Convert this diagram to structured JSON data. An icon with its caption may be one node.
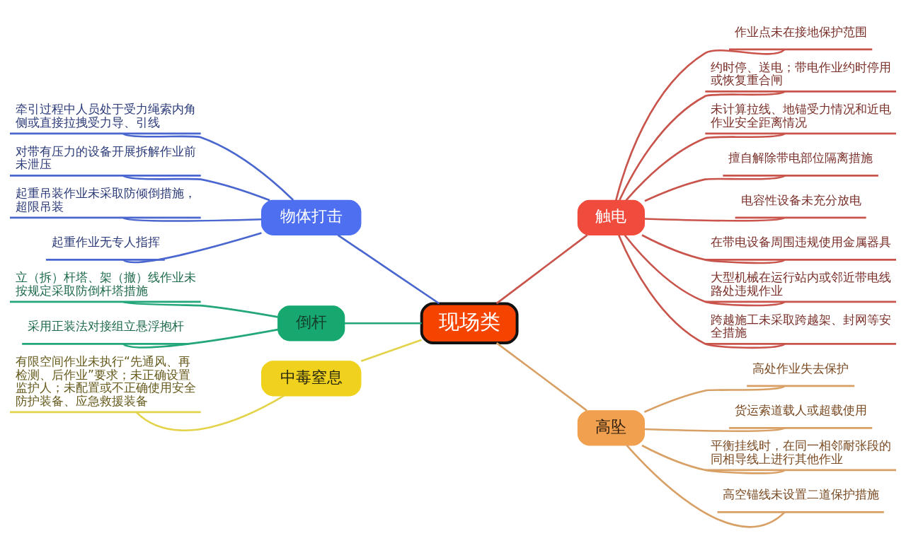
{
  "diagram": {
    "nodes": [
      {
        "text": [
          "现场类"
        ]
      },
      {
        "text": [
          "物体打击"
        ]
      },
      {
        "text": [
          "牵引过程中人员处于受力绳索内角侧或直接拉拽受力导、引线"
        ]
      },
      {
        "text": [
          "对带有压力的设备开展拆解作业前未泄压"
        ]
      },
      {
        "text": [
          "起重吊装作业未采取防倾倒措施，超限吊装"
        ]
      },
      {
        "text": [
          "起重作业无专人指挥"
        ]
      },
      {
        "text": [
          "倒杆"
        ]
      },
      {
        "text": [
          "立（拆）杆塔、架（撤）线作业未按规定采取防倒杆塔措施"
        ]
      },
      {
        "text": [
          "采用正装法对接组立悬浮抱杆"
        ]
      },
      {
        "text": [
          "中毒窒息"
        ]
      },
      {
        "text": [
          "有限空间作业未执行“先通风、再检测、后作业”要求；未正确设置监护人；未配置或不正确使用安全防护装备、应急救援装备"
        ]
      },
      {
        "text": [
          "触电"
        ]
      },
      {
        "text": [
          "作业点未在接地保护范围"
        ]
      },
      {
        "text": [
          "约时停、送电；带电作业约时停用或恢复重合闸"
        ]
      },
      {
        "text": [
          "未计算拉线、地锚受力情况和近电作业安全距离情况"
        ]
      },
      {
        "text": [
          "擅自解除带电部位隔离措施"
        ]
      },
      {
        "text": [
          "电容性设备未充分放电"
        ]
      },
      {
        "text": [
          "在带电设备周围违规使用金属器具"
        ]
      },
      {
        "text": [
          "大型机械在运行站内或邻近带电线路处违规作业"
        ]
      },
      {
        "text": [
          "跨越施工未采取跨越架、封网等安全措施"
        ]
      },
      {
        "text": [
          "高坠"
        ]
      },
      {
        "text": [
          "高处作业失去保护"
        ]
      },
      {
        "text": [
          "货运索道载人或超载使用"
        ]
      },
      {
        "text": [
          "平衡挂线时，在同一相邻耐张段的同相导线上进行其他作业"
        ]
      },
      {
        "text": [
          "高空锚线未设置二道保护措施"
        ]
      }
    ],
    "edges": [
      {
        "from": 1,
        "to": 0,
        "arrow": "none",
        "color": "#4a67cf"
      },
      {
        "from": 2,
        "to": 1,
        "arrow": "none",
        "color": "#4a67cf"
      },
      {
        "from": 3,
        "to": 1,
        "arrow": "none",
        "color": "#4a67cf"
      },
      {
        "from": 4,
        "to": 1,
        "arrow": "none",
        "color": "#4a67cf"
      },
      {
        "from": 5,
        "to": 1,
        "arrow": "none",
        "color": "#4a67cf"
      },
      {
        "from": 6,
        "to": 0,
        "arrow": "none",
        "color": "#23a67a"
      },
      {
        "from": 7,
        "to": 6,
        "arrow": "none",
        "color": "#23a67a"
      },
      {
        "from": 8,
        "to": 6,
        "arrow": "none",
        "color": "#23a67a"
      },
      {
        "from": 9,
        "to": 0,
        "arrow": "none",
        "color": "#e3d34a"
      },
      {
        "from": 10,
        "to": 9,
        "arrow": "none",
        "color": "#e3d34a"
      },
      {
        "from": 0,
        "to": 11,
        "arrow": "none",
        "color": "#c9544c"
      },
      {
        "from": 11,
        "to": 12,
        "arrow": "none",
        "color": "#c9544c"
      },
      {
        "from": 11,
        "to": 13,
        "arrow": "none",
        "color": "#c9544c"
      },
      {
        "from": 11,
        "to": 14,
        "arrow": "none",
        "color": "#c9544c"
      },
      {
        "from": 11,
        "to": 15,
        "arrow": "none",
        "color": "#c9544c"
      },
      {
        "from": 11,
        "to": 16,
        "arrow": "none",
        "color": "#c9544c"
      },
      {
        "from": 11,
        "to": 17,
        "arrow": "none",
        "color": "#c9544c"
      },
      {
        "from": 11,
        "to": 18,
        "arrow": "none",
        "color": "#c9544c"
      },
      {
        "from": 11,
        "to": 19,
        "arrow": "none",
        "color": "#c9544c"
      },
      {
        "from": 0,
        "to": 20,
        "arrow": "none",
        "color": "#d9a066"
      },
      {
        "from": 20,
        "to": 21,
        "arrow": "none",
        "color": "#d9a066"
      },
      {
        "from": 20,
        "to": 22,
        "arrow": "none",
        "color": "#d9a066"
      },
      {
        "from": 20,
        "to": 23,
        "arrow": "none",
        "color": "#d9a066"
      },
      {
        "from": 20,
        "to": 24,
        "arrow": "none",
        "color": "#d9a066"
      }
    ]
  }
}
